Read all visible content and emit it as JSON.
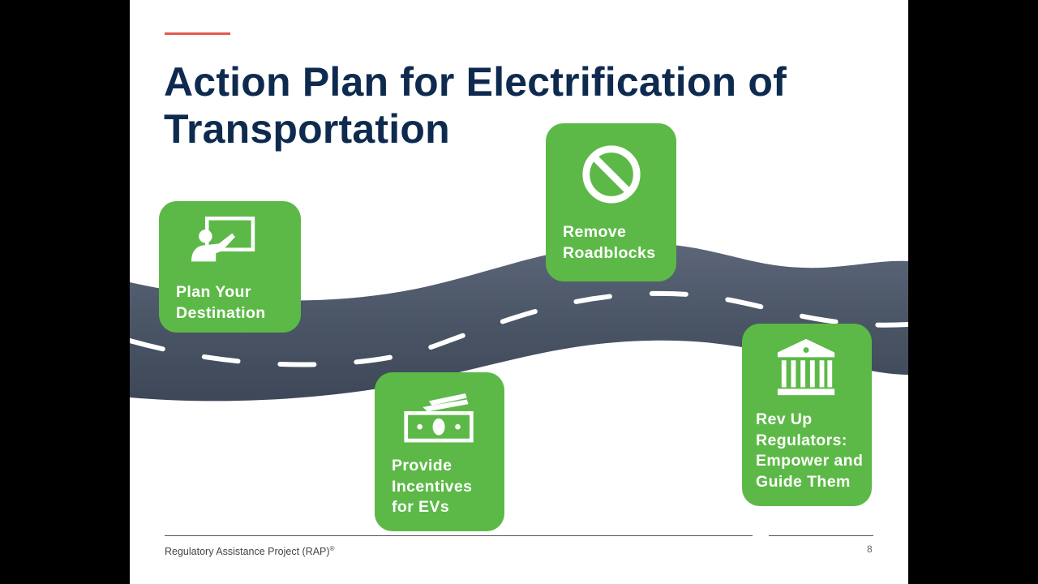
{
  "slide": {
    "title": "Action Plan for Electrification of Transportation",
    "accent_color": "#e05a4f",
    "title_color": "#0e2b4f",
    "card_color": "#5cb947",
    "road_color": "#4a5566"
  },
  "steps": [
    {
      "icon": "presentation-board-icon",
      "lines": [
        "Plan Your",
        "Destination"
      ]
    },
    {
      "icon": "money-bills-icon",
      "lines": [
        "Provide",
        "Incentives",
        "for EVs"
      ]
    },
    {
      "icon": "prohibited-sign-icon",
      "lines": [
        "Remove",
        "Roadblocks"
      ]
    },
    {
      "icon": "bank-building-icon",
      "lines": [
        "Rev Up",
        "Regulators:",
        "Empower and",
        "Guide Them"
      ]
    }
  ],
  "footer": {
    "organization": "Regulatory  Assistance Project (RAP)",
    "trademark": "®",
    "page_number": "8"
  }
}
